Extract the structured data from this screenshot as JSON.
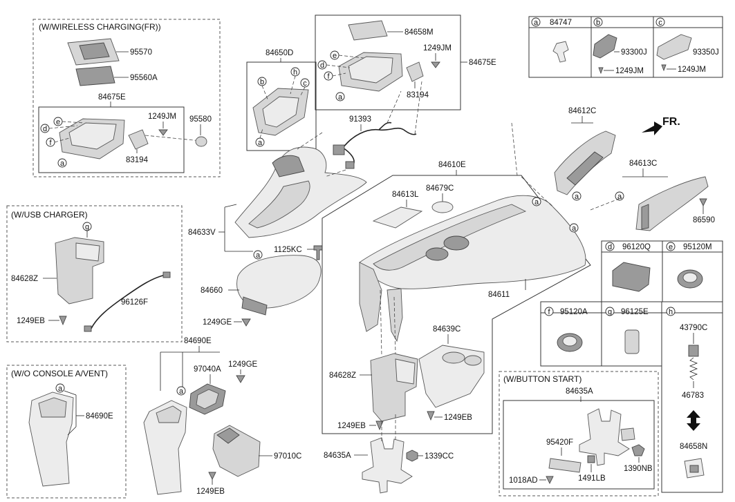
{
  "boxes": {
    "wireless": "(W/WIRELESS CHARGING(FR))",
    "usb": "(W/USB CHARGER)",
    "noVent": "(W/O CONSOLE A/VENT)",
    "button": "(W/BUTTON START)"
  },
  "direction": "FR.",
  "legend": {
    "a": {
      "letter": "a",
      "part": "84747"
    },
    "b": {
      "letter": "b",
      "part1": "93300J",
      "part2": "1249JM"
    },
    "c": {
      "letter": "c",
      "part1": "93350J",
      "part2": "1249JM"
    },
    "d": {
      "letter": "d",
      "part": "96120Q"
    },
    "e": {
      "letter": "e",
      "part": "95120M"
    },
    "f": {
      "letter": "f",
      "part": "95120A"
    },
    "g": {
      "letter": "g",
      "part": "96125E"
    },
    "h": {
      "letter": "h",
      "part1": "43790C",
      "part2": "46783",
      "part3": "84658N"
    }
  },
  "labels": {
    "p95570": "95570",
    "p95560A": "95560A",
    "p84675E_w": "84675E",
    "p1249JM_w": "1249JM",
    "p95580": "95580",
    "p83194_w": "83194",
    "p84650D": "84650D",
    "p84658M": "84658M",
    "p1249JM_t": "1249JM",
    "p84675E_t": "84675E",
    "p83194_t": "83194",
    "p91393": "91393",
    "p84633V": "84633V",
    "p1125KC": "1125KC",
    "p84660": "84660",
    "p1249GE_a": "1249GE",
    "p84610E": "84610E",
    "p84613L": "84613L",
    "p84679C": "84679C",
    "p84611": "84611",
    "p84612C": "84612C",
    "p84613C": "84613C",
    "p86590": "86590",
    "p84628Z_u": "84628Z",
    "p96126F": "96126F",
    "p1249EB_u": "1249EB",
    "p84690E_n": "84690E",
    "p84690E": "84690E",
    "p97040A": "97040A",
    "p1249GE_b": "1249GE",
    "p97010C": "97010C",
    "p1249EB_b": "1249EB",
    "p84639C": "84639C",
    "p84628Z": "84628Z",
    "p1249EB_c1": "1249EB",
    "p1249EB_c2": "1249EB",
    "p84635A_l": "84635A",
    "p1339CC": "1339CC",
    "p84635A_b": "84635A",
    "p95420F": "95420F",
    "p1018AD": "1018AD",
    "p1491LB": "1491LB",
    "p1390NB": "1390NB"
  },
  "callouts": {
    "wD": "d",
    "wE": "e",
    "wF": "f",
    "wA": "a",
    "sB": "b",
    "sH": "h",
    "sC": "c",
    "sA": "a",
    "tE": "e",
    "tD": "d",
    "tF": "f",
    "tA": "a",
    "usbG": "g",
    "mA1": "a",
    "mA2": "a",
    "mA3": "a",
    "mA4": "a",
    "rA": "a",
    "nvA": "a",
    "vA": "a"
  }
}
